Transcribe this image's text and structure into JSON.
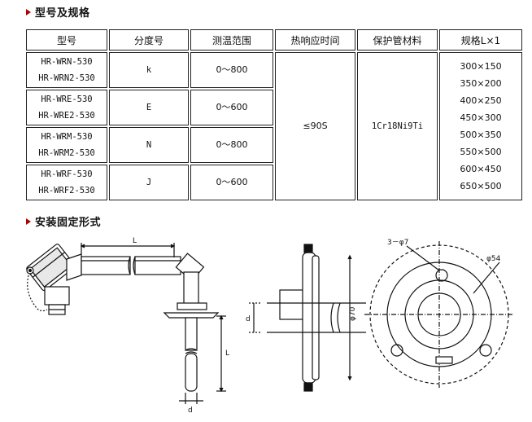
{
  "section1_title": "型号及规格",
  "section2_title": "安装固定形式",
  "table": {
    "headers": [
      "型号",
      "分度号",
      "测温范围",
      "热响应时间",
      "保护管材料",
      "规格L×1"
    ],
    "rows": [
      {
        "models": [
          "HR-WRN-530",
          "HR-WRN2-530"
        ],
        "grade": "k",
        "range": "0～800"
      },
      {
        "models": [
          "HR-WRE-530",
          "HR-WRE2-530"
        ],
        "grade": "E",
        "range": "0～600"
      },
      {
        "models": [
          "HR-WRM-530",
          "HR-WRM2-530"
        ],
        "grade": "N",
        "range": "0～800"
      },
      {
        "models": [
          "HR-WRF-530",
          "HR-WRF2-530"
        ],
        "grade": "J",
        "range": "0～600"
      }
    ],
    "response_time": "≤90S",
    "material": "1Cr18Ni9Ti",
    "sizes": [
      "300×150",
      "350×200",
      "400×250",
      "450×300",
      "500×350",
      "550×500",
      "600×450",
      "650×500"
    ]
  },
  "drawing": {
    "dim_L_top": "L",
    "dim_L_vert": "L",
    "dim_d_bottom": "d",
    "dim_d_side": "d",
    "dim_phi70": "φ70",
    "dim_holes": "3－φ7",
    "dim_phi54": "φ54"
  }
}
